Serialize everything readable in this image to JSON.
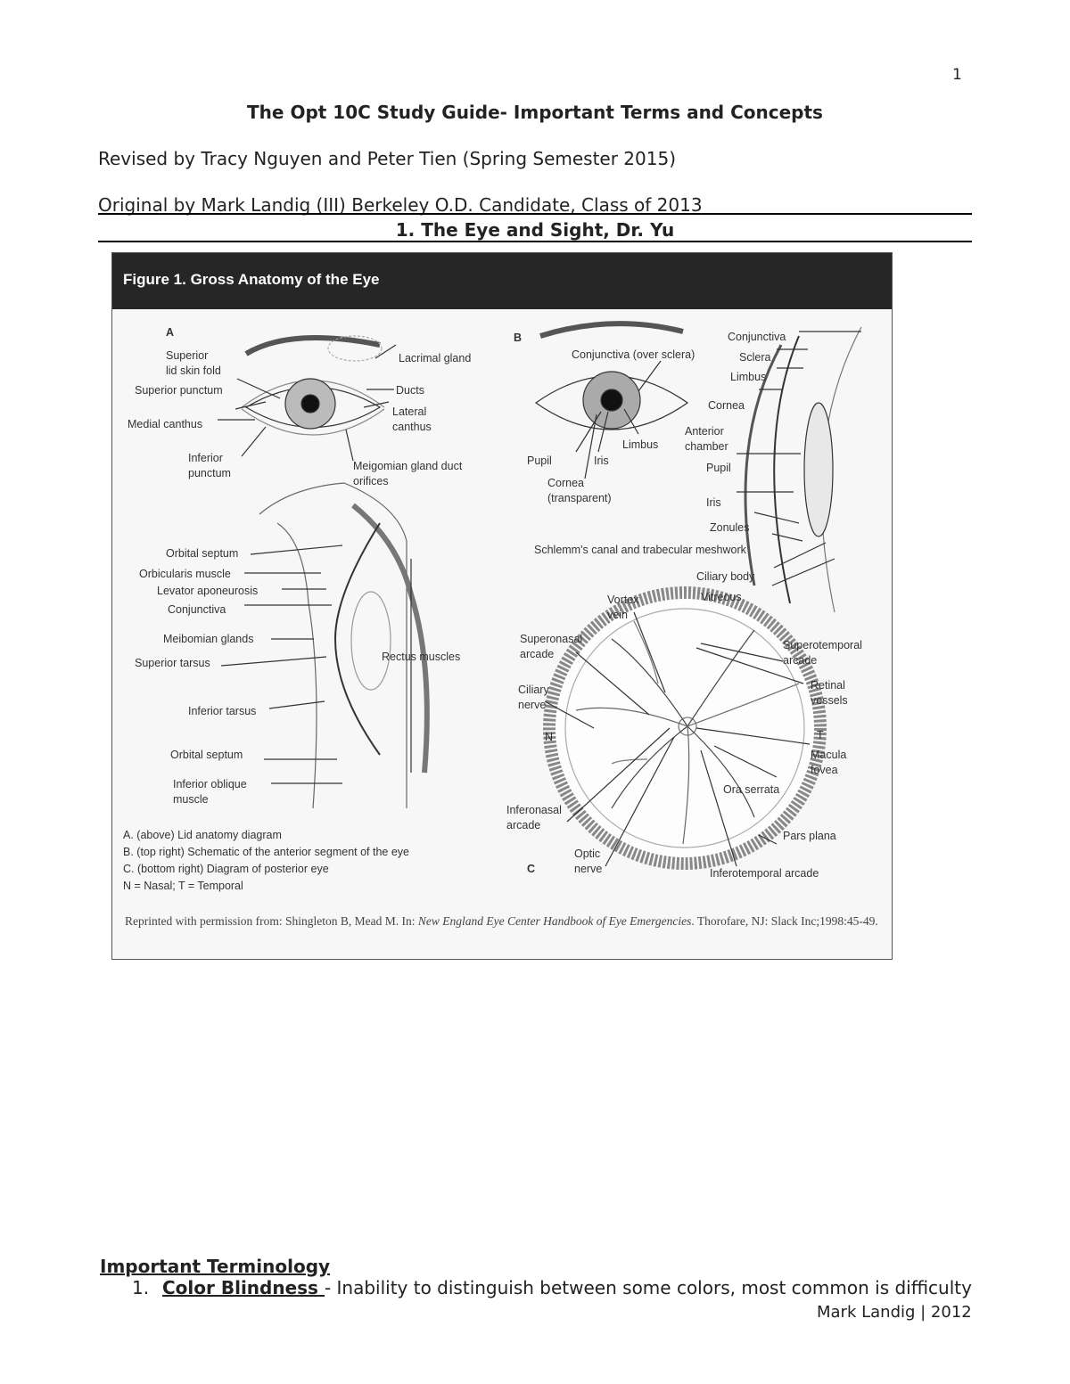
{
  "page_number": "1",
  "title": "The Opt 10C Study Guide- Important Terms and Concepts",
  "revised_line": "Revised by Tracy Nguyen and Peter Tien (Spring Semester 2015)",
  "original_line": "Original by Mark Landig (III) Berkeley O.D. Candidate, Class of 2013",
  "section_heading": "1. The Eye and Sight, Dr. Yu",
  "figure": {
    "title": "Figure 1. Gross Anatomy of the Eye",
    "panel_a": {
      "letter": "A",
      "labels": {
        "superior_lid_skin_fold": "Superior\nlid skin fold",
        "superior_punctum": "Superior punctum",
        "medial_canthus": "Medial canthus",
        "inferior_punctum": "Inferior\npunctum",
        "lacrimal_gland": "Lacrimal gland",
        "ducts": "Ducts",
        "lateral_canthus": "Lateral\ncanthus",
        "meibomian_orifices": "Meigomian gland duct\norifices",
        "orbital_septum_top": "Orbital septum",
        "orbicularis": "Orbicularis muscle",
        "levator": "Levator aponeurosis",
        "conjunctiva": "Conjunctiva",
        "meibomian_glands": "Meibomian glands",
        "superior_tarsus": "Superior tarsus",
        "rectus": "Rectus muscles",
        "inferior_tarsus": "Inferior tarsus",
        "orbital_septum_bottom": "Orbital septum",
        "inferior_oblique": "Inferior oblique\nmuscle"
      }
    },
    "panel_b": {
      "letter": "B",
      "labels": {
        "conj_over_sclera": "Conjunctiva (over sclera)",
        "pupil_front": "Pupil",
        "iris_front": "Iris",
        "limbus_front": "Limbus",
        "cornea_front": "Cornea\n(transparent)",
        "conjunctiva": "Conjunctiva",
        "sclera": "Sclera",
        "limbus": "Limbus",
        "cornea": "Cornea",
        "anterior_chamber": "Anterior\nchamber",
        "pupil": "Pupil",
        "iris": "Iris",
        "zonules": "Zonules",
        "schlemm": "Schlemm's canal and trabecular meshwork",
        "ciliary_body": "Ciliary body",
        "vitreous": "Vitreous"
      }
    },
    "panel_c": {
      "letter": "C",
      "labels": {
        "vortex_vein": "Vortex\nvein",
        "superonasal": "Superonasal\narcade",
        "ciliary_nerve": "Ciliary\nnerve",
        "n": "N",
        "inferonasal": "Inferonasal\narcade",
        "optic_nerve": "Optic\nnerve",
        "superotemporal": "Superotemporal\narcade",
        "retinal_vessels": "Retinal\nvessels",
        "t": "T",
        "macula": "Macula\nfovea",
        "ora_serrata": "Ora serrata",
        "pars_plana": "Pars plana",
        "inferotemporal": "Inferotemporal arcade"
      }
    },
    "captions": [
      "A. (above) Lid anatomy diagram",
      "B. (top right) Schematic of the anterior segment of the eye",
      "C. (bottom right) Diagram of posterior eye",
      "N = Nasal; T = Temporal"
    ],
    "reprint_prefix": "Reprinted with permission from: Shingleton B, Mead M. In: ",
    "reprint_italic": "New England Eye Center Handbook of Eye Emergencies",
    "reprint_suffix": ". Thorofare, NJ: Slack Inc;1998:45-49."
  },
  "terminology_heading": "Important Terminology",
  "terms": [
    {
      "number": "1.",
      "term": "Color Blindness ",
      "definition": "- Inability to distinguish between some colors, most common is difficulty"
    }
  ],
  "footer": "Mark Landig | 2012"
}
